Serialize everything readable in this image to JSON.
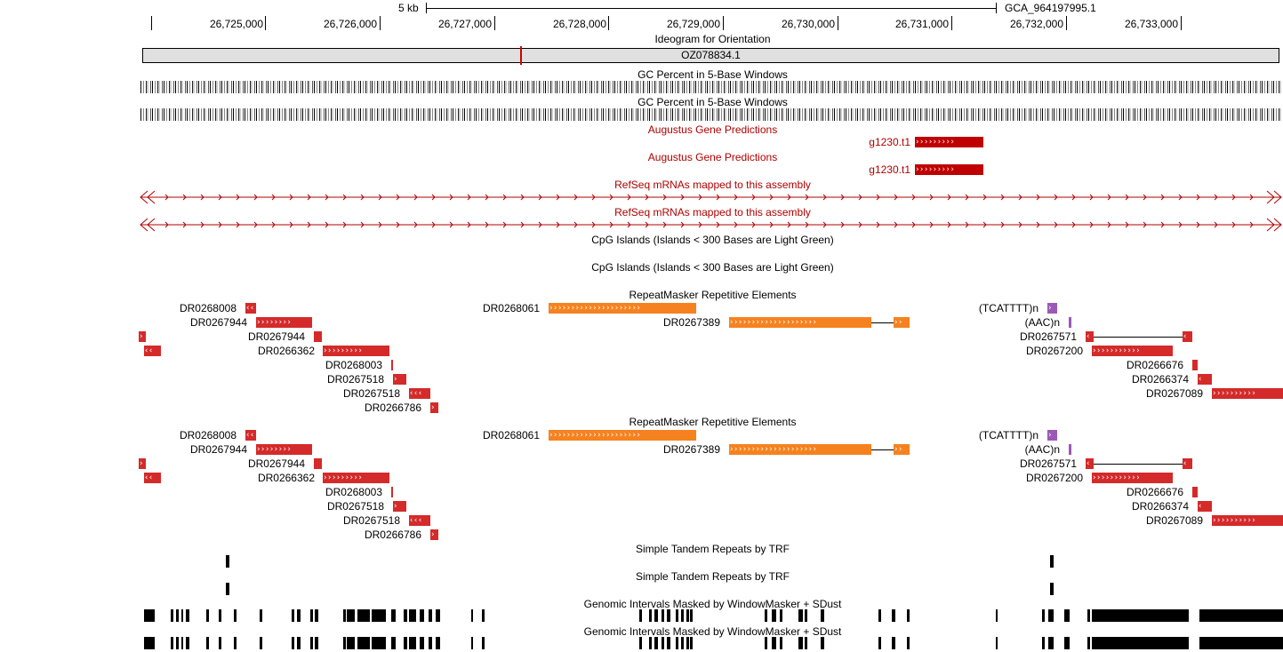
{
  "ruler": {
    "scale_label": "5 kb",
    "assembly_label": "GCA_964197995.1",
    "positions": [
      "26,725,000",
      "26,726,000",
      "26,727,000",
      "26,728,000",
      "26,729,000",
      "26,730,000",
      "26,731,000",
      "26,732,000",
      "26,733,000"
    ]
  },
  "ideogram": {
    "title": "Ideogram for Orientation",
    "chrom": "OZ078834.1"
  },
  "gc": {
    "title_1": "GC Percent in 5-Base Windows",
    "title_2": "GC Percent in 5-Base Windows"
  },
  "augustus": {
    "title_1": "Augustus Gene Predictions",
    "title_2": "Augustus Gene Predictions",
    "gene_1": "g1230.t1",
    "gene_2": "g1230.t1"
  },
  "refseq": {
    "title_1": "RefSeq mRNAs mapped to this assembly",
    "title_2": "RefSeq mRNAs mapped to this assembly"
  },
  "cpg": {
    "title_1": "CpG Islands (Islands < 300 Bases are Light Green)",
    "title_2": "CpG Islands (Islands < 300 Bases are Light Green)"
  },
  "repeatmasker": {
    "title_1": "RepeatMasker Repetitive Elements",
    "title_2": "RepeatMasker Repetitive Elements",
    "labels": [
      "DR0268008",
      "DR0267944",
      "DR0267944",
      "DR0266362",
      "DR0268003",
      "DR0267518",
      "DR0267518",
      "DR0266786",
      "DR0268061",
      "DR0267389",
      "(TCATTTT)n",
      "(AAC)n",
      "DR0267571",
      "DR0267200",
      "DR0266676",
      "DR0266374",
      "DR0267089"
    ]
  },
  "trf": {
    "title_1": "Simple Tandem Repeats by TRF",
    "title_2": "Simple Tandem Repeats by TRF"
  },
  "windowmasker": {
    "title_1": "Genomic Intervals Masked by WindowMasker + SDust",
    "title_2": "Genomic Intervals Masked by WindowMasker + SDust"
  },
  "colors": {
    "repeat_red": "#d42a2a",
    "repeat_orange": "#f5821f",
    "repeat_purple": "#9b59b6",
    "augustus": "#c00000",
    "refseq": "#b00000",
    "ideogram_marker": "#d00000"
  }
}
